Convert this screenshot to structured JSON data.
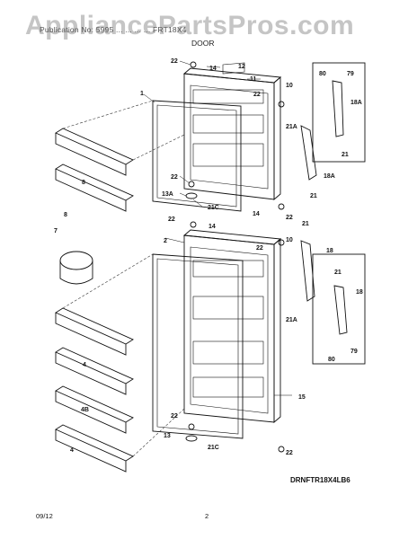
{
  "header": {
    "title_line": "Publication No: 5995 ... ... ... ... FRT18X4",
    "section": "DOOR"
  },
  "watermark": "AppliancePartsPros.com",
  "diagram_code": "DRNFTR18X4LB6",
  "footer": {
    "date": "09/12",
    "page": "2"
  },
  "callouts": {
    "c22a": "22",
    "c14a": "14",
    "c12": "12",
    "c11": "11",
    "c22b": "22",
    "c10": "10",
    "c1": "1",
    "c80a": "80",
    "c79a": "79",
    "c18Aa": "18A",
    "c21a": "21",
    "c21Aa": "21A",
    "c18Ab": "18A",
    "c21b": "21",
    "c8a": "8",
    "c8b": "8",
    "c22c": "22",
    "c13A": "13A",
    "c21C_a": "21C",
    "c22d": "22",
    "c22e": "22",
    "c14b": "14",
    "c14c": "14",
    "c21c": "21",
    "c22f": "22",
    "c10b": "10",
    "c18": "18",
    "c7": "7",
    "c2": "2",
    "c21d": "21",
    "c18b": "18",
    "c21Ab": "21A",
    "c79b": "79",
    "c80b": "80",
    "c4a": "4",
    "c4B": "4B",
    "c4b": "4",
    "c15": "15",
    "c22g": "22",
    "c13": "13",
    "c21C_b": "21C",
    "c22h": "22"
  }
}
